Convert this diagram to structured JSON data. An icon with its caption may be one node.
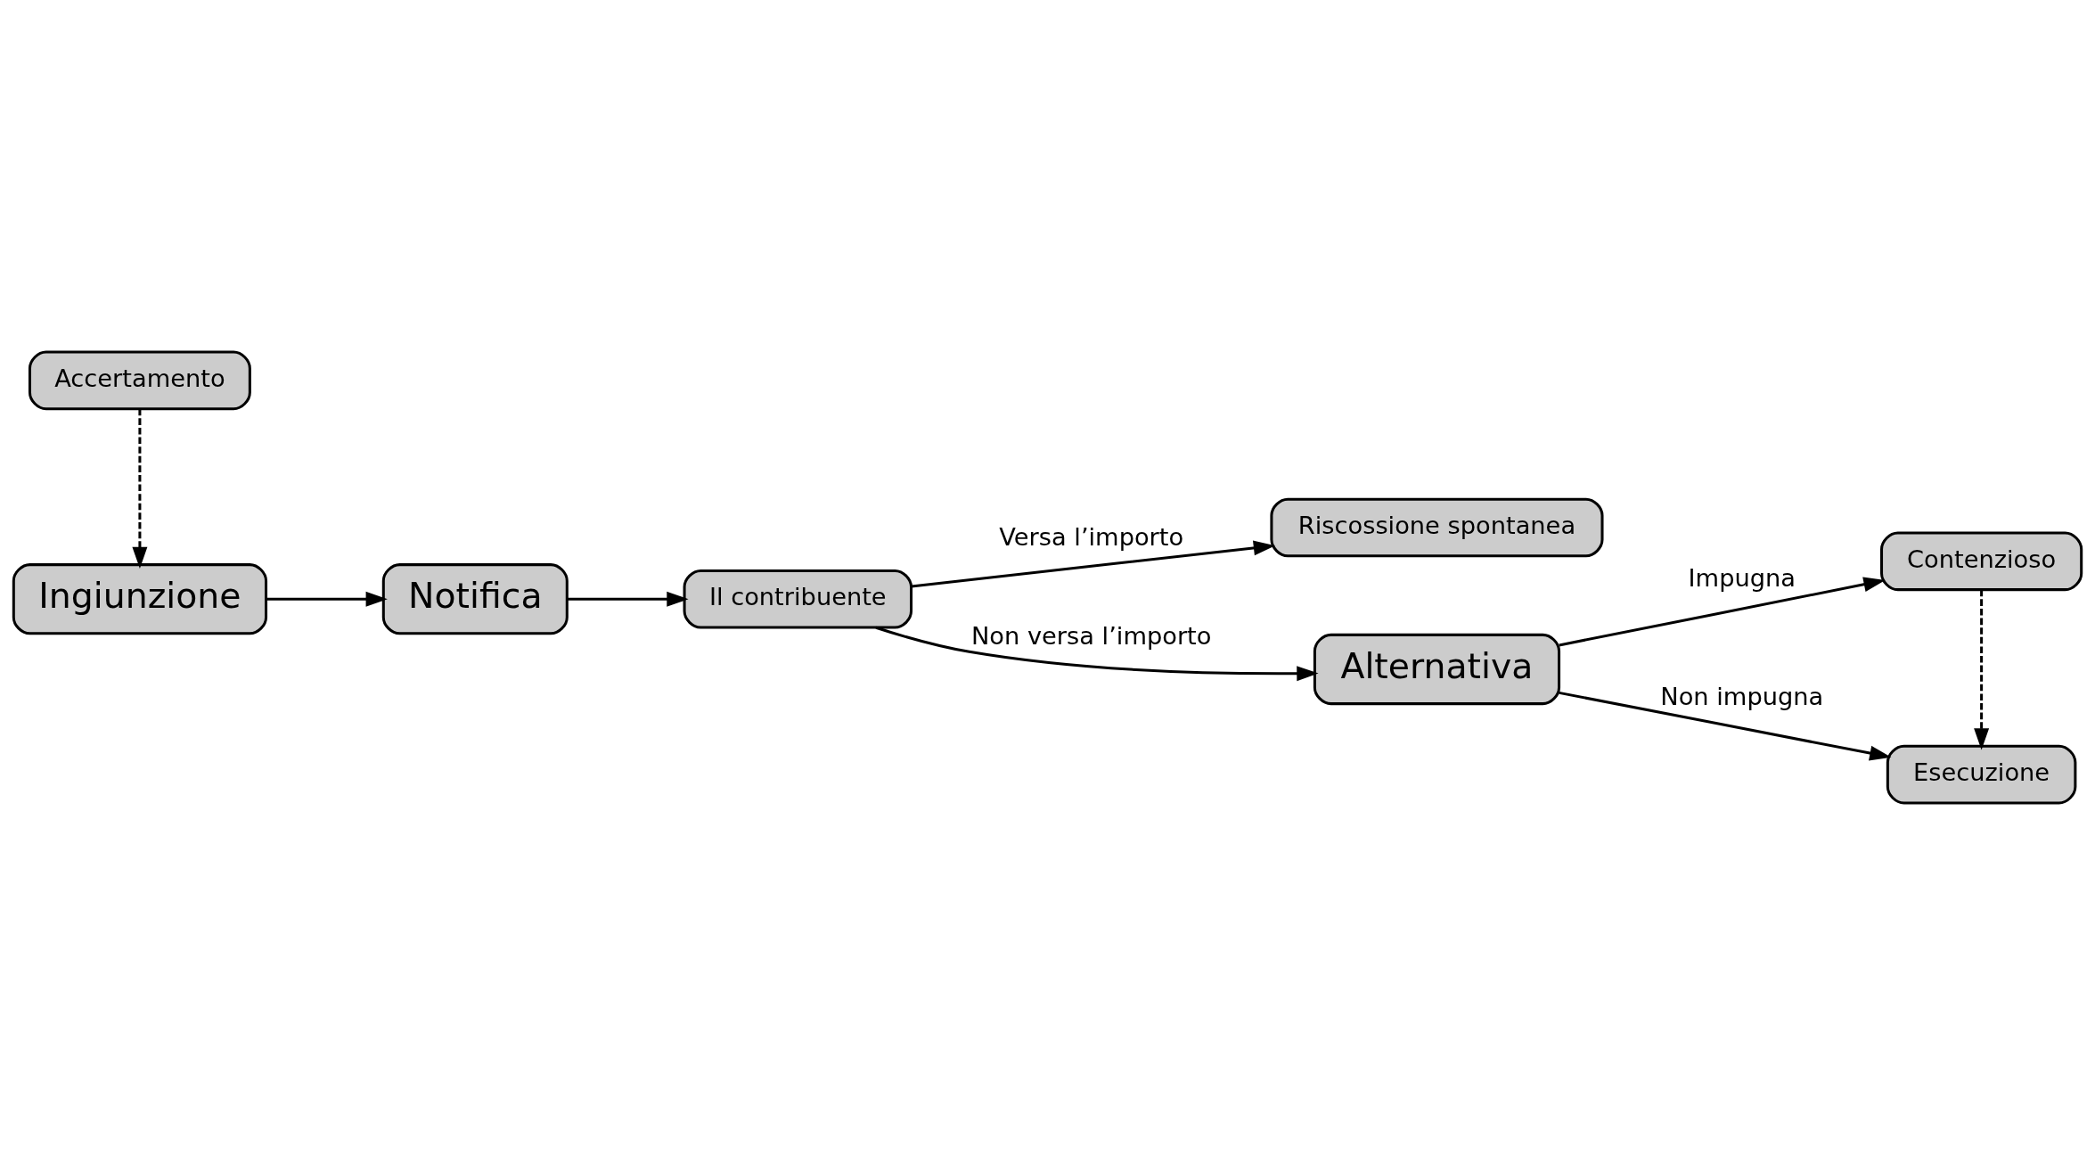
{
  "diagram": {
    "nodes": [
      {
        "text": [
          "Ingiunzione"
        ]
      },
      {
        "text": [
          "Riscossione spontanea"
        ]
      },
      {
        "text": [
          "Notifica"
        ]
      },
      {
        "text": [
          "Il contribuente"
        ]
      },
      {
        "text": [
          "Alternativa"
        ]
      },
      {
        "text": [
          "Accertamento"
        ]
      },
      {
        "text": [
          "Contenzioso"
        ]
      },
      {
        "text": [
          "Esecuzione"
        ]
      }
    ],
    "edges": [
      {
        "from": 5,
        "to": 0,
        "arrow": "to",
        "style": "dashed"
      },
      {
        "from": 0,
        "to": 2,
        "arrow": "to"
      },
      {
        "from": 2,
        "to": 3,
        "arrow": "to"
      },
      {
        "from": 3,
        "to": 1,
        "arrow": "to",
        "label": "Versa l’importo"
      },
      {
        "from": 3,
        "to": 4,
        "arrow": "to",
        "label": "Non versa l’importo"
      },
      {
        "from": 4,
        "to": 7,
        "arrow": "to",
        "label": "Non impugna"
      },
      {
        "from": 4,
        "to": 6,
        "arrow": "to",
        "label": "Impugna"
      },
      {
        "from": 6,
        "to": 7,
        "arrow": "to",
        "style": "dashed"
      }
    ]
  }
}
